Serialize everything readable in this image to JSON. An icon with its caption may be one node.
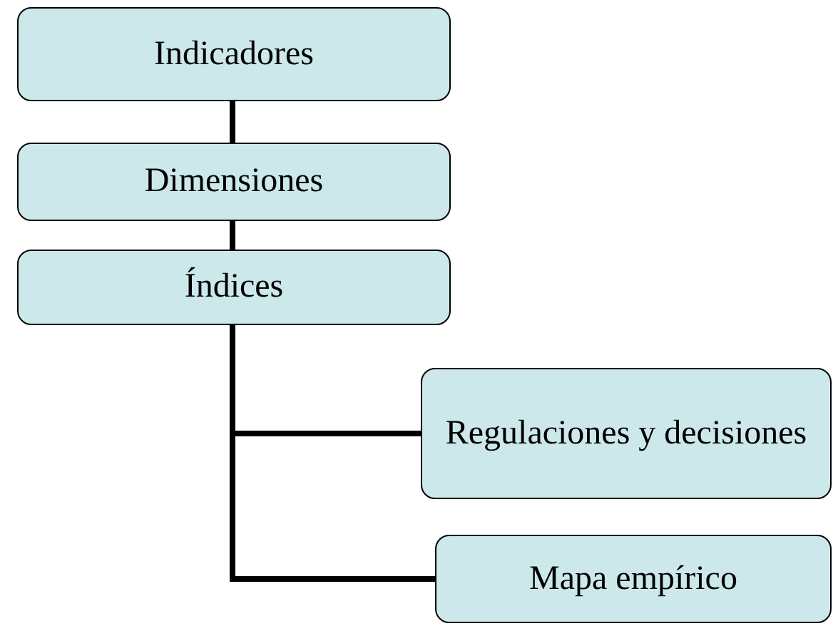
{
  "diagram": {
    "nodes": [
      {
        "text": [
          "Indicadores"
        ]
      },
      {
        "text": [
          "Dimensiones"
        ]
      },
      {
        "text": [
          "Índices"
        ]
      },
      {
        "text": [
          "Regulaciones y decisiones"
        ]
      },
      {
        "text": [
          "Mapa empírico"
        ]
      }
    ],
    "edges": [
      {
        "from": 0,
        "to": 1,
        "arrow": "none"
      },
      {
        "from": 1,
        "to": 2,
        "arrow": "none"
      },
      {
        "from": 2,
        "to": 3,
        "arrow": "none"
      },
      {
        "from": 2,
        "to": 4,
        "arrow": "none"
      }
    ]
  }
}
